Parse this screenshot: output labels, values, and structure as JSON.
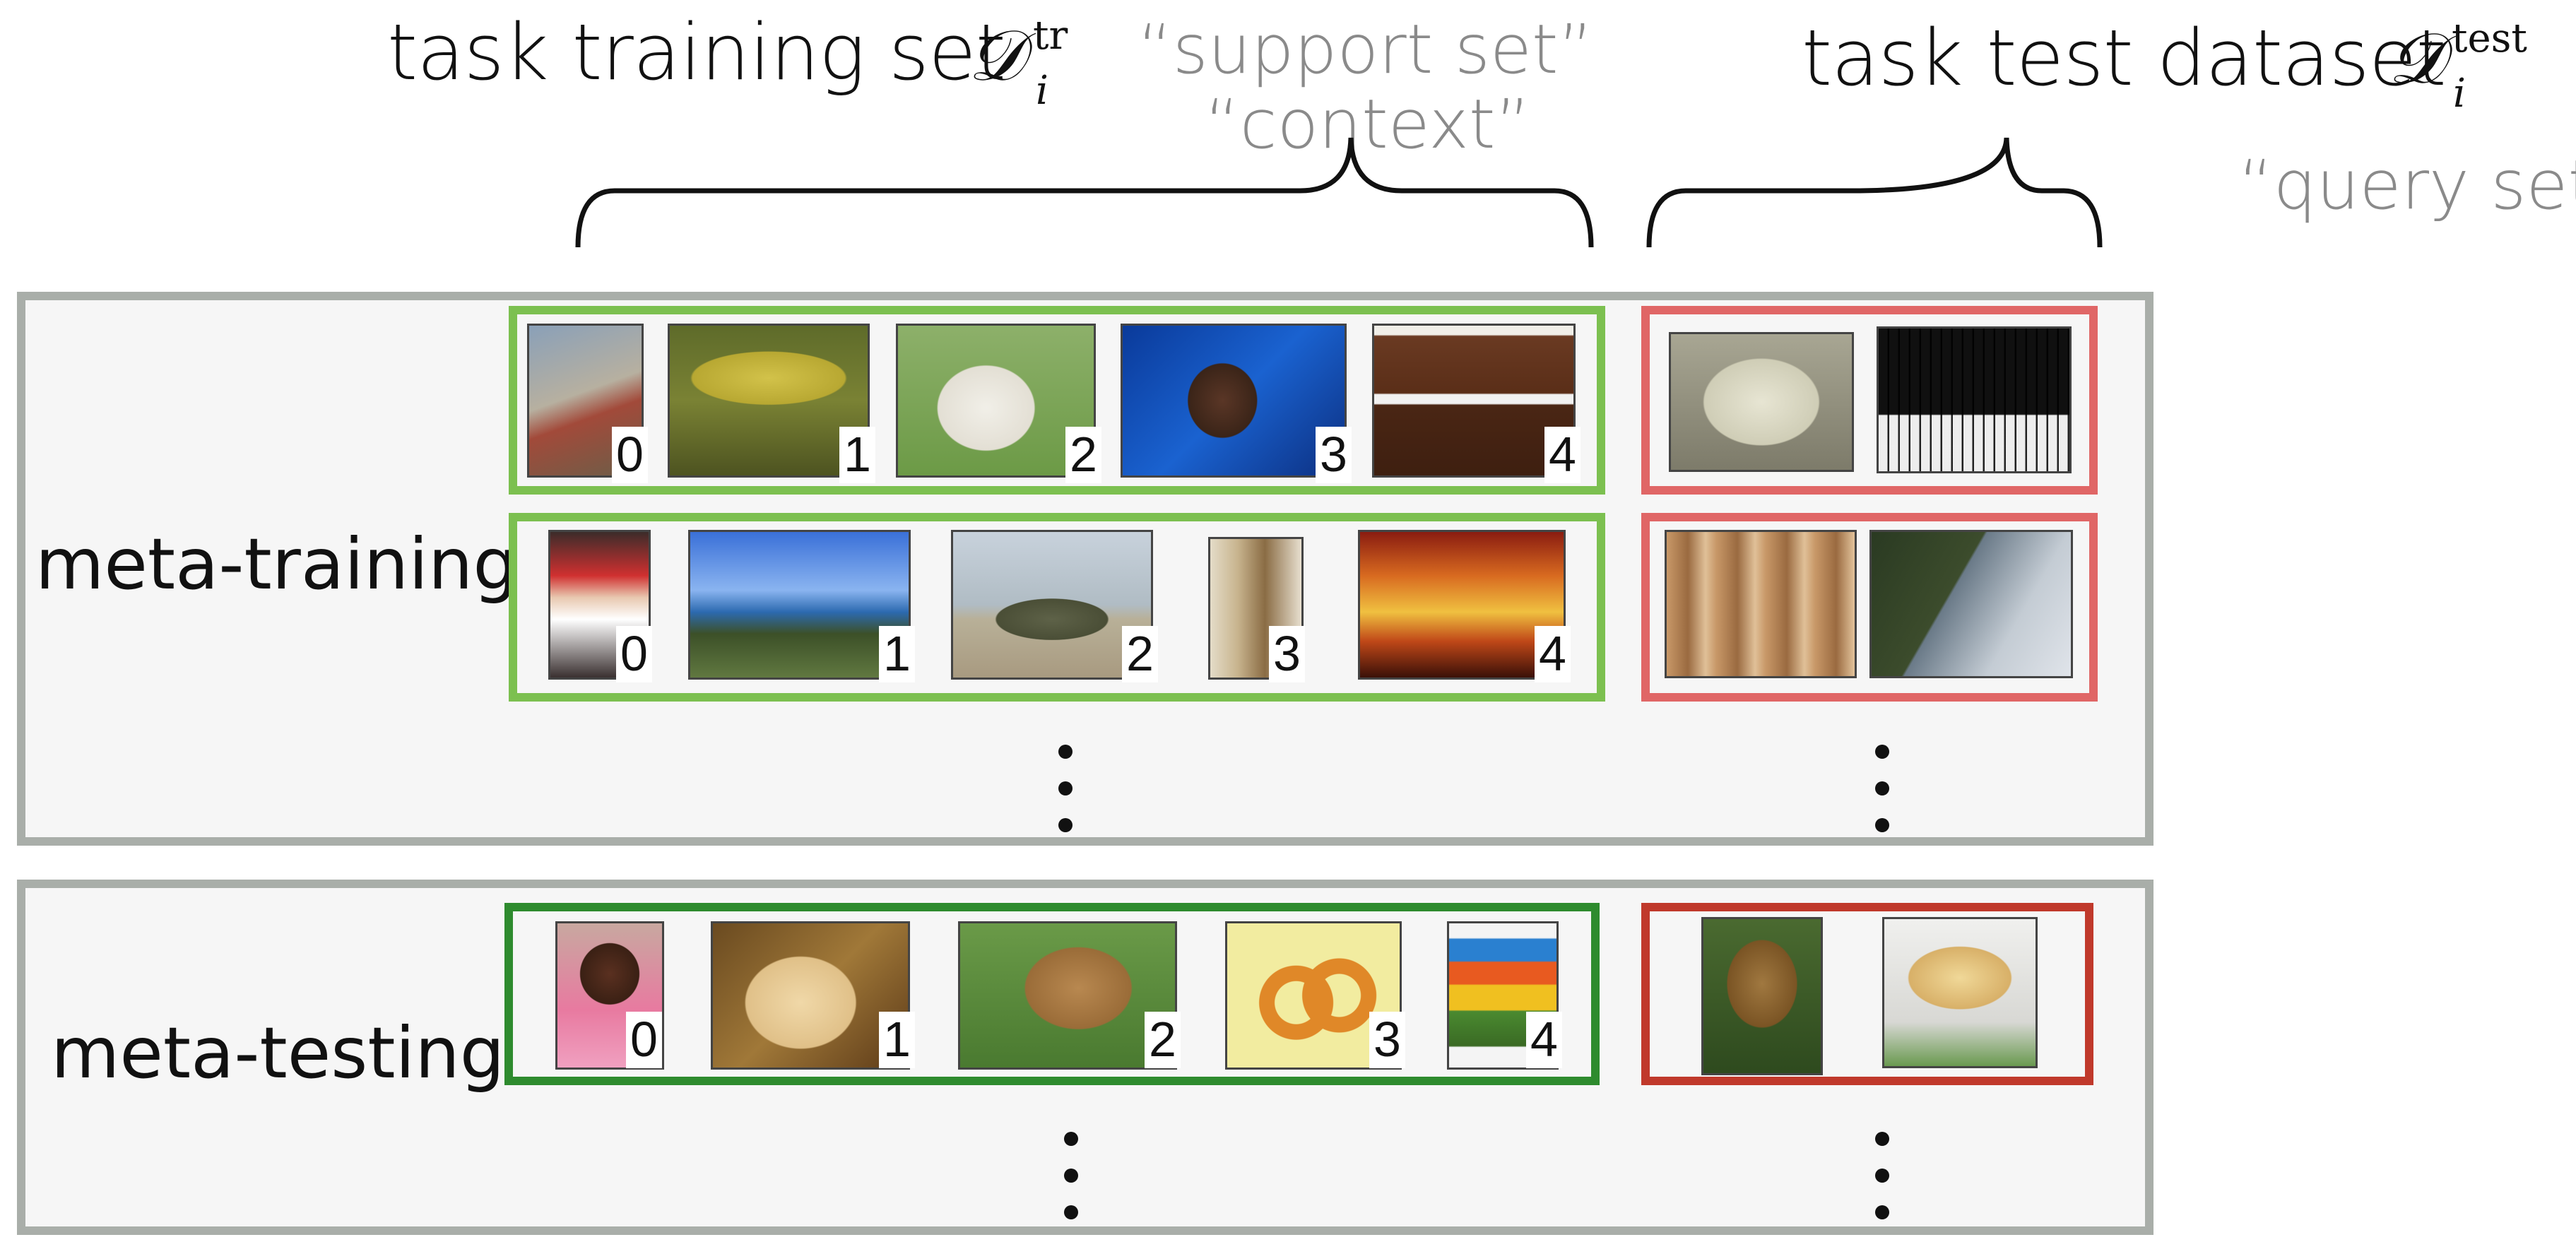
{
  "header": {
    "train_title": "task training set",
    "train_symbol": "𝒟",
    "train_sup": "tr",
    "train_sub": "i",
    "train_alias_1": "“support set”",
    "train_alias_2": "“context”",
    "test_title": "task test dataset",
    "test_symbol": "𝒟",
    "test_sup": "test",
    "test_sub": "i",
    "test_alias": "“query set”"
  },
  "panels": {
    "meta_training_label": "meta-training",
    "meta_testing_label": "meta-testing"
  },
  "colors": {
    "train_border": "#7cc050",
    "test_border": "#e06666",
    "metatest_train_border": "#2e8b2e",
    "metatest_test_border": "#c0392b",
    "panel_border": "#a9aea9"
  },
  "rows": [
    {
      "support": [
        {
          "label": "0",
          "icon": "bird-image"
        },
        {
          "label": "1",
          "icon": "mushroom-image"
        },
        {
          "label": "2",
          "icon": "dog-image"
        },
        {
          "label": "3",
          "icon": "singer-image"
        },
        {
          "label": "4",
          "icon": "piano-image"
        }
      ],
      "query": [
        {
          "icon": "shaggy-dog-image"
        },
        {
          "icon": "piano-keys-image"
        }
      ]
    },
    {
      "support": [
        {
          "label": "0",
          "icon": "gymnast-image"
        },
        {
          "label": "1",
          "icon": "cliff-image"
        },
        {
          "label": "2",
          "icon": "tank-image"
        },
        {
          "label": "3",
          "icon": "barrel-image"
        },
        {
          "label": "4",
          "icon": "carousel-image"
        }
      ],
      "query": [
        {
          "icon": "barrels-image"
        },
        {
          "icon": "sea-cliffs-image"
        }
      ]
    },
    {
      "support": [
        {
          "label": "0",
          "icon": "girl-image"
        },
        {
          "label": "1",
          "icon": "golden-dog-image"
        },
        {
          "label": "2",
          "icon": "lion-roar-image"
        },
        {
          "label": "3",
          "icon": "pretzel-image"
        },
        {
          "label": "4",
          "icon": "bowls-image"
        }
      ],
      "query": [
        {
          "icon": "lion-image"
        },
        {
          "icon": "bowl-image"
        }
      ]
    }
  ]
}
